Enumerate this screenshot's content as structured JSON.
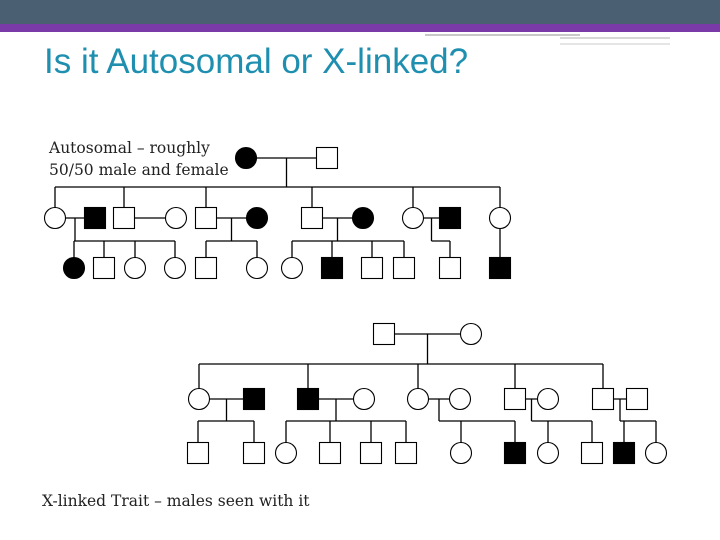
{
  "slide": {
    "title": "Is it Autosomal or X-linked?",
    "caption_autosomal": "Autosomal – roughly 50/50 male and female",
    "caption_xlinked": "X-linked Trait – males seen with it"
  },
  "colors": {
    "title": "#1f8fb0",
    "top_bar": "#4b5f73",
    "accent": "#7a3aa8",
    "affected": "#000000",
    "unaffected": "#ffffff"
  },
  "pedigrees": [
    {
      "name": "autosomal-pedigree",
      "parents": [
        {
          "sex": "female",
          "affected": true
        },
        {
          "sex": "male",
          "affected": false
        }
      ],
      "families": [
        {
          "child": {
            "sex": "female",
            "affected": false
          },
          "spouse": {
            "sex": "male",
            "affected": true
          },
          "kids": [
            {
              "sex": "female",
              "affected": true
            },
            {
              "sex": "male",
              "affected": false
            },
            {
              "sex": "female",
              "affected": false
            },
            {
              "sex": "female",
              "affected": false
            }
          ]
        },
        {
          "child": {
            "sex": "male",
            "affected": false
          },
          "spouse": {
            "sex": "female",
            "affected": false
          }
        },
        {
          "child": {
            "sex": "male",
            "affected": false
          },
          "spouse": {
            "sex": "female",
            "affected": true
          },
          "kids": [
            {
              "sex": "male",
              "affected": false
            },
            {
              "sex": "female",
              "affected": false
            }
          ]
        },
        {
          "child": {
            "sex": "male",
            "affected": false
          },
          "spouse": {
            "sex": "female",
            "affected": true
          },
          "kids": [
            {
              "sex": "female",
              "affected": false
            },
            {
              "sex": "male",
              "affected": true
            },
            {
              "sex": "male",
              "affected": false
            },
            {
              "sex": "male",
              "affected": false
            }
          ]
        },
        {
          "child": {
            "sex": "female",
            "affected": false
          },
          "spouse": {
            "sex": "male",
            "affected": true
          },
          "kids": [
            {
              "sex": "male",
              "affected": false
            }
          ]
        },
        {
          "child": {
            "sex": "female",
            "affected": false
          },
          "kids": [
            {
              "sex": "male",
              "affected": true
            }
          ]
        }
      ]
    },
    {
      "name": "xlinked-pedigree",
      "parents": [
        {
          "sex": "male",
          "affected": false
        },
        {
          "sex": "female",
          "affected": false
        }
      ],
      "families": [
        {
          "child": {
            "sex": "female",
            "affected": false
          },
          "spouse": {
            "sex": "male",
            "affected": true
          },
          "kids": [
            {
              "sex": "male",
              "affected": false
            },
            {
              "sex": "male",
              "affected": false
            }
          ]
        },
        {
          "child": {
            "sex": "male",
            "affected": true
          },
          "spouse": {
            "sex": "female",
            "affected": false
          },
          "kids": [
            {
              "sex": "female",
              "affected": false
            },
            {
              "sex": "male",
              "affected": false
            },
            {
              "sex": "male",
              "affected": false
            },
            {
              "sex": "male",
              "affected": false
            }
          ]
        },
        {
          "child": {
            "sex": "female",
            "affected": false
          },
          "spouse": {
            "sex": "female",
            "affected": false
          },
          "kids": [
            {
              "sex": "female",
              "affected": false
            },
            {
              "sex": "male",
              "affected": true
            }
          ]
        },
        {
          "child": {
            "sex": "male",
            "affected": false
          },
          "spouse": {
            "sex": "female",
            "affected": false
          },
          "kids": [
            {
              "sex": "female",
              "affected": false
            },
            {
              "sex": "male",
              "affected": false
            }
          ]
        },
        {
          "child": {
            "sex": "male",
            "affected": false
          },
          "spouse": {
            "sex": "male",
            "affected": false
          },
          "kids": [
            {
              "sex": "male",
              "affected": true
            },
            {
              "sex": "female",
              "affected": false
            }
          ]
        }
      ]
    }
  ]
}
